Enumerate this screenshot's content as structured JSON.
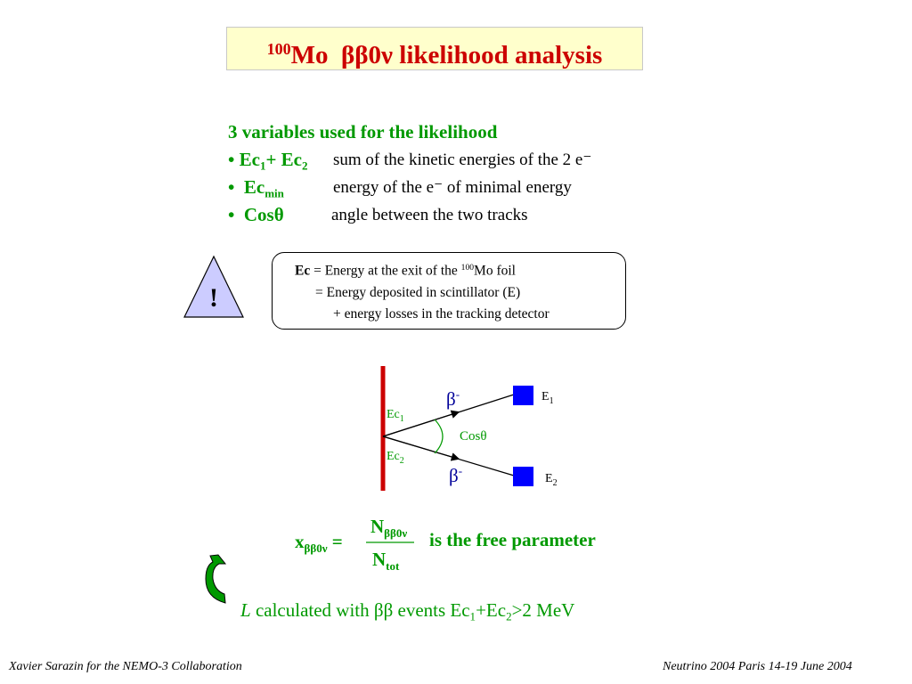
{
  "title": {
    "mass_number": "100",
    "element": "Mo",
    "process": "ββ0ν",
    "text": "likelihood analysis"
  },
  "variables": {
    "heading": "3 variables used for the likelihood",
    "items": [
      {
        "bullet": "•",
        "label_main": "Ec",
        "label_sub1": "1",
        "label_plus": "+ Ec",
        "label_sub2": "2",
        "description": "sum of the kinetic energies of the 2 e⁻"
      },
      {
        "bullet": "•",
        "label_main": "Ec",
        "label_sub": "min",
        "description": "energy of the e⁻ of minimal energy"
      },
      {
        "bullet": "•",
        "label_main": "Cosθ",
        "description": "angle between the two tracks"
      }
    ]
  },
  "warning": {
    "symbol": "!"
  },
  "note": {
    "term": "Ec",
    "line1_a": "= Energy at the exit of the ",
    "line1_sup": "100",
    "line1_b": "Mo foil",
    "line2": "= Energy deposited in scintillator (E)",
    "line3": "+ energy losses in the tracking detector"
  },
  "diagram": {
    "beta_top": "β",
    "beta_top_sup": "-",
    "beta_bottom": "β",
    "beta_bottom_sup": "-",
    "ec1": "Ec",
    "ec1_sub": "1",
    "ec2": "Ec",
    "ec2_sub": "2",
    "e1": "E",
    "e1_sub": "1",
    "e2": "E",
    "e2_sub": "2",
    "angle": "Cosθ",
    "colors": {
      "foil": "#cc0000",
      "scintillator": "#0000ff",
      "beta": "#000099",
      "angle": "#009900"
    }
  },
  "formula": {
    "x": "x",
    "x_sub": "ββ0ν",
    "equals": "=",
    "num": "N",
    "num_sub": "ββ0ν",
    "den": "N",
    "den_sub": "tot",
    "text": "is the free parameter"
  },
  "calc": {
    "l_symbol": "L",
    "text_a": " calculated with ββ events Ec",
    "sub1": "1",
    "text_b": "+Ec",
    "sub2": "2",
    "text_c": ">2 MeV"
  },
  "footer": {
    "left": "Xavier Sarazin for the NEMO-3 Collaboration",
    "right": "Neutrino 2004 Paris 14-19 June 2004"
  },
  "colors": {
    "title_bg": "#ffffcc",
    "title_text": "#cc0000",
    "green": "#009900",
    "triangle": "#ccccff"
  }
}
